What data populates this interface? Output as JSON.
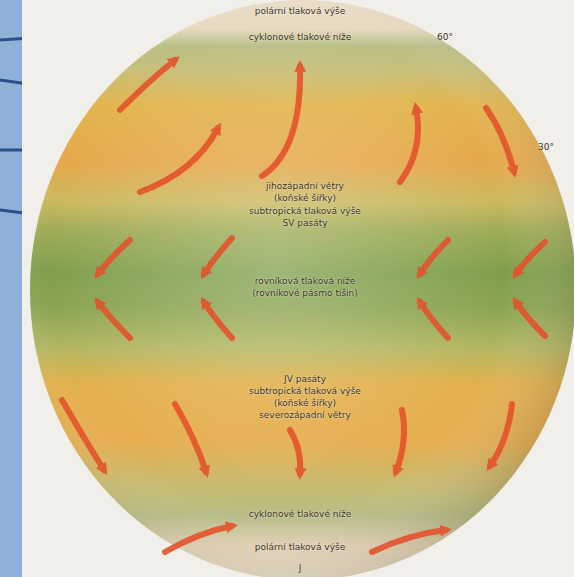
{
  "diagram": {
    "labels": [
      "polární tlaková výše",
      "cyklonové tlakové níže",
      "60°",
      "30°",
      "jihozápadní větry",
      "(koňské šířky)",
      "subtropická tlaková výše",
      "SV pasáty",
      "rovníková tlaková níže",
      "(rovníkové pásmo tišin)",
      "JV pasáty",
      "subtropická tlaková výše",
      "(koňské šířky)",
      "severozápadní větry",
      "cyklonové tlakové níže",
      "polární tlaková výše",
      "J"
    ]
  }
}
